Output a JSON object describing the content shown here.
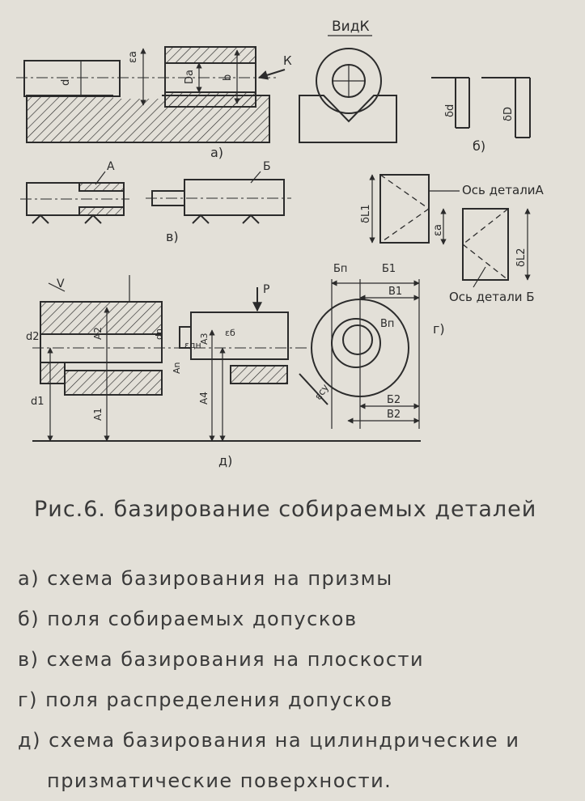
{
  "labels": {
    "view_k": "ВидК",
    "k": "К",
    "label_a": "а)",
    "label_b": "б)",
    "label_v": "в)",
    "label_g": "г)",
    "label_d": "д)",
    "part_a": "А",
    "part_b": "Б",
    "axis_a": "Ось деталиА",
    "axis_b": "Ось детали Б",
    "e_a": "εа",
    "e_a2": "εа",
    "d": "d",
    "da": "Da",
    "b": "b",
    "delta_a": "δd",
    "delta_d": "δD",
    "delta_l1": "δL1",
    "delta_l2": "δL2",
    "e_b": "εб",
    "v": "V",
    "p": "P",
    "d1": "d1",
    "d2": "d2",
    "dn": "dn",
    "a1": "A1",
    "a2": "A2",
    "a3": "A3",
    "a4": "A4",
    "an": "An",
    "e_dn": "εдн",
    "bn_top": "Бп",
    "b1_top": "Б1",
    "v1": "В1",
    "vn": "Вп",
    "b2": "Б2",
    "v2": "В2",
    "e_cy": "εсу"
  },
  "caption": "Рис.6. базирование собираемых деталей",
  "items": [
    "а) схема базирования на призмы",
    "б) поля собираемых допусков",
    "в) схема базирования на плоскости",
    "г) поля распределения допусков",
    "д) схема базирования на цилиндрические и",
    "призматические поверхности."
  ]
}
